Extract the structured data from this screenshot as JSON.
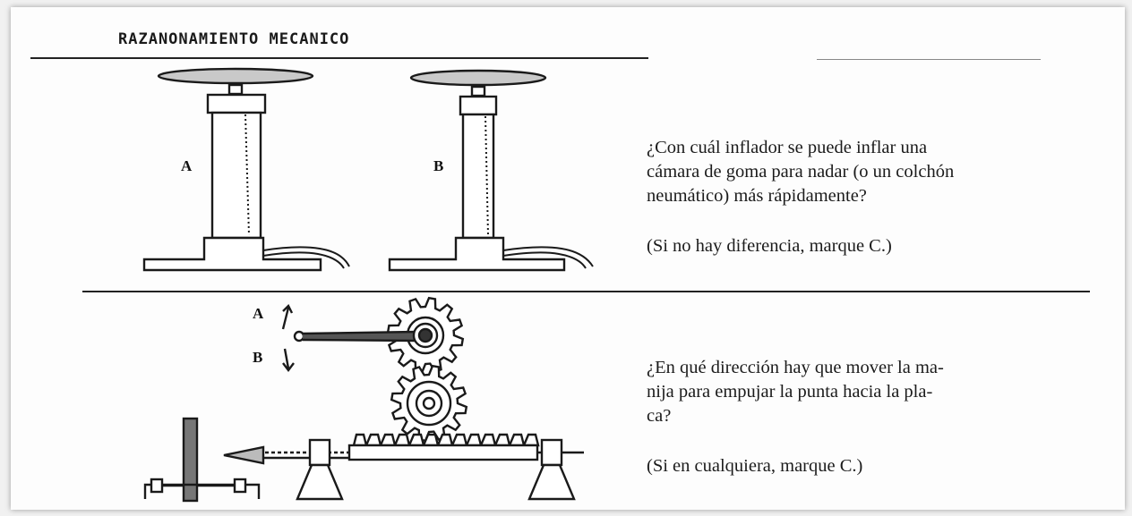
{
  "header": {
    "title": "RAZANONAMIENTO MECANICO"
  },
  "question1": {
    "lines": [
      "¿Con cuál inflador se puede inflar una",
      "cámara de goma para nadar (o un colchón",
      "neumático) más rápidamente?"
    ],
    "note": "(Si no hay diferencia, marque C.)",
    "labels": {
      "a": "A",
      "b": "B"
    }
  },
  "question2": {
    "lines": [
      "¿En qué dirección hay que mover la ma-",
      "nija para empujar la punta hacia la pla-",
      "ca?"
    ],
    "note": "(Si en cualquiera, marque C.)",
    "labels": {
      "a": "A",
      "b": "B"
    }
  }
}
